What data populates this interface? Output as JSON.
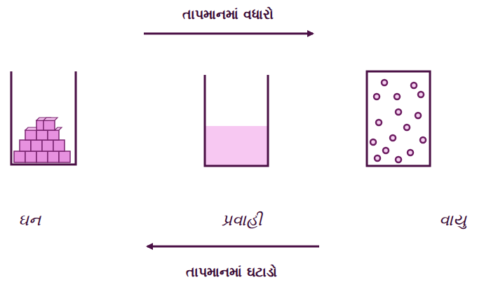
{
  "diagram": {
    "nodes": [
      {
        "text": [
          "ઘન"
        ]
      },
      {
        "text": [
          "પ્રવાહી"
        ]
      },
      {
        "text": [
          "વાયુ"
        ]
      }
    ],
    "labels": [
      "તાપમાનમાં વધારો",
      "તાપમાનમાં ઘટાડો"
    ]
  }
}
